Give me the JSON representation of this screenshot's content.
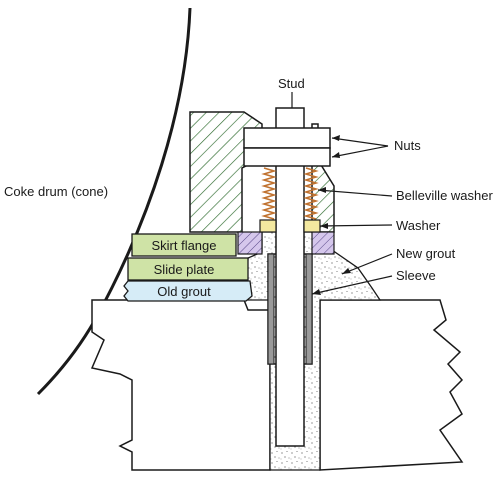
{
  "labels": {
    "coke_drum": "Coke drum (cone)",
    "stud": "Stud",
    "nuts": "Nuts",
    "belleville_washer": "Belleville washer",
    "washer": "Washer",
    "new_grout": "New grout",
    "sleeve": "Sleeve",
    "skirt_flange": "Skirt flange",
    "slide_plate": "Slide plate",
    "old_grout": "Old grout"
  },
  "colors": {
    "skirt_flange_fill": "#cfe3a6",
    "slide_plate_fill": "#cfe3a6",
    "old_grout_fill": "#d6ecf7",
    "bracket_hatch": "#2e6b2e",
    "washer_fill": "#f4e9a0",
    "spring": "#c0712e",
    "pad_fill": "#d5c7ec",
    "line": "#1a1a1a"
  }
}
